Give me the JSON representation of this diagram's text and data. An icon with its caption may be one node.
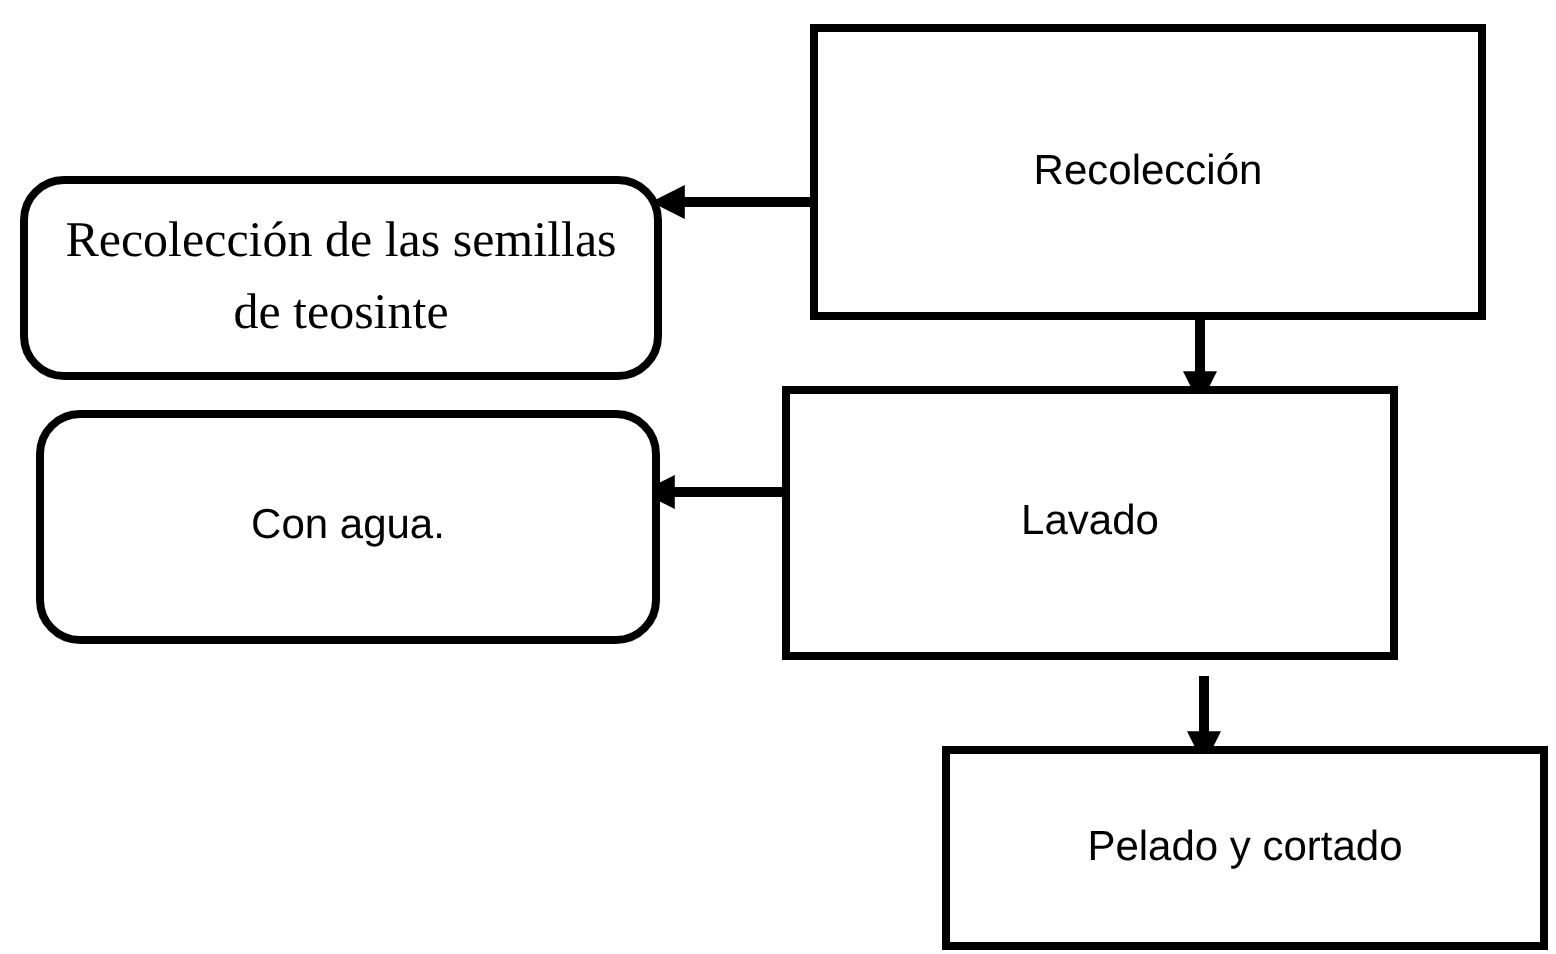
{
  "diagram": {
    "nodes": [
      {
        "text": [
          "Recolección"
        ]
      },
      {
        "text": [
          "Recolección de las semillas de teosinte"
        ]
      },
      {
        "text": [
          "Lavado"
        ]
      },
      {
        "text": [
          "Con agua."
        ]
      },
      {
        "text": [
          "Pelado y cortado"
        ]
      }
    ],
    "edges": [
      {
        "from": 0,
        "to": 1,
        "arrow": "to"
      },
      {
        "from": 0,
        "to": 2,
        "arrow": "to"
      },
      {
        "from": 2,
        "to": 3,
        "arrow": "to"
      },
      {
        "from": 2,
        "to": 4,
        "arrow": "to"
      }
    ]
  }
}
